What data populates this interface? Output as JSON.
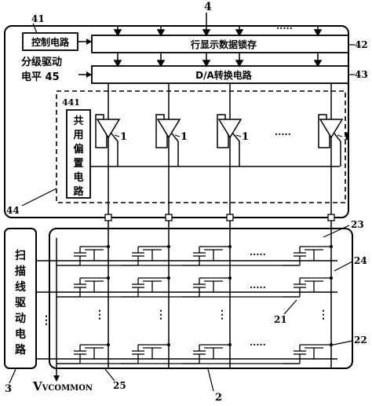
{
  "labels": {
    "ref_4": "4",
    "ref_41": "41",
    "ref_42": "42",
    "ref_43": "43",
    "ref_441": "441",
    "ref_44": "44",
    "ref_23": "23",
    "ref_24": "24",
    "ref_21": "21",
    "ref_22": "22",
    "ref_3": "3",
    "ref_2": "2",
    "ref_25": "25",
    "ref_1": "1",
    "control_circuit": "控制电路",
    "row_latch": "行显示数据锁存",
    "graded_drive_line1": "分级驱动",
    "graded_drive_line2": "电平 45",
    "da_converter": "D/A转换电路",
    "shared_bias": [
      "共",
      "用",
      "偏",
      "置",
      "电",
      "路"
    ],
    "scan_driver": [
      "扫",
      "描",
      "线",
      "驱",
      "动",
      "电",
      "路"
    ],
    "vcommon": "VCOMMON",
    "dots_h": "·····",
    "dots_v": "⋮"
  },
  "colors": {
    "line": "#000000",
    "background": "#ffffff"
  }
}
